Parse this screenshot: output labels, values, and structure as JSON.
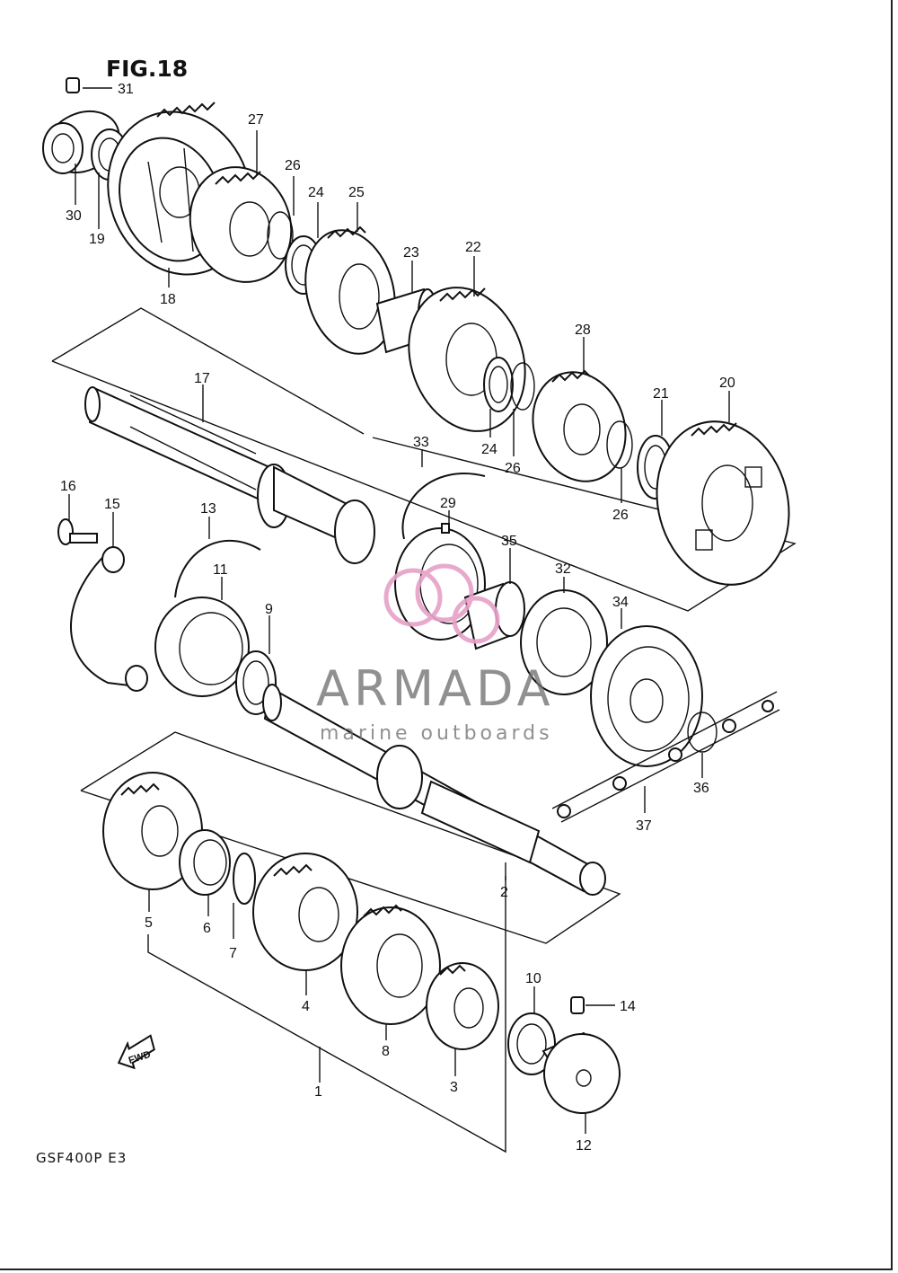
{
  "figure": {
    "title": "FIG.18",
    "model": "GSF400P  E3",
    "fwd_label": "FWD"
  },
  "watermark": {
    "brand": "ARMADA",
    "tagline": "marine outboards",
    "logo_color": "#e6a0c8",
    "text_color": "#6f6f6f"
  },
  "callouts": [
    {
      "id": "31",
      "text": "31"
    },
    {
      "id": "30",
      "text": "30"
    },
    {
      "id": "19",
      "text": "19"
    },
    {
      "id": "18",
      "text": "18"
    },
    {
      "id": "27",
      "text": "27"
    },
    {
      "id": "26a",
      "text": "26"
    },
    {
      "id": "24a",
      "text": "24"
    },
    {
      "id": "25",
      "text": "25"
    },
    {
      "id": "23",
      "text": "23"
    },
    {
      "id": "22",
      "text": "22"
    },
    {
      "id": "24b",
      "text": "24"
    },
    {
      "id": "26b",
      "text": "26"
    },
    {
      "id": "28",
      "text": "28"
    },
    {
      "id": "21",
      "text": "21"
    },
    {
      "id": "20",
      "text": "20"
    },
    {
      "id": "26c",
      "text": "26"
    },
    {
      "id": "17",
      "text": "17"
    },
    {
      "id": "33",
      "text": "33"
    },
    {
      "id": "16",
      "text": "16"
    },
    {
      "id": "15",
      "text": "15"
    },
    {
      "id": "13",
      "text": "13"
    },
    {
      "id": "11",
      "text": "11"
    },
    {
      "id": "9",
      "text": "9"
    },
    {
      "id": "29",
      "text": "29"
    },
    {
      "id": "35",
      "text": "35"
    },
    {
      "id": "32",
      "text": "32"
    },
    {
      "id": "34",
      "text": "34"
    },
    {
      "id": "36",
      "text": "36"
    },
    {
      "id": "37",
      "text": "37"
    },
    {
      "id": "2",
      "text": "2"
    },
    {
      "id": "5",
      "text": "5"
    },
    {
      "id": "6",
      "text": "6"
    },
    {
      "id": "7",
      "text": "7"
    },
    {
      "id": "4",
      "text": "4"
    },
    {
      "id": "8",
      "text": "8"
    },
    {
      "id": "3",
      "text": "3"
    },
    {
      "id": "1",
      "text": "1"
    },
    {
      "id": "10",
      "text": "10"
    },
    {
      "id": "14",
      "text": "14"
    },
    {
      "id": "12",
      "text": "12"
    }
  ]
}
